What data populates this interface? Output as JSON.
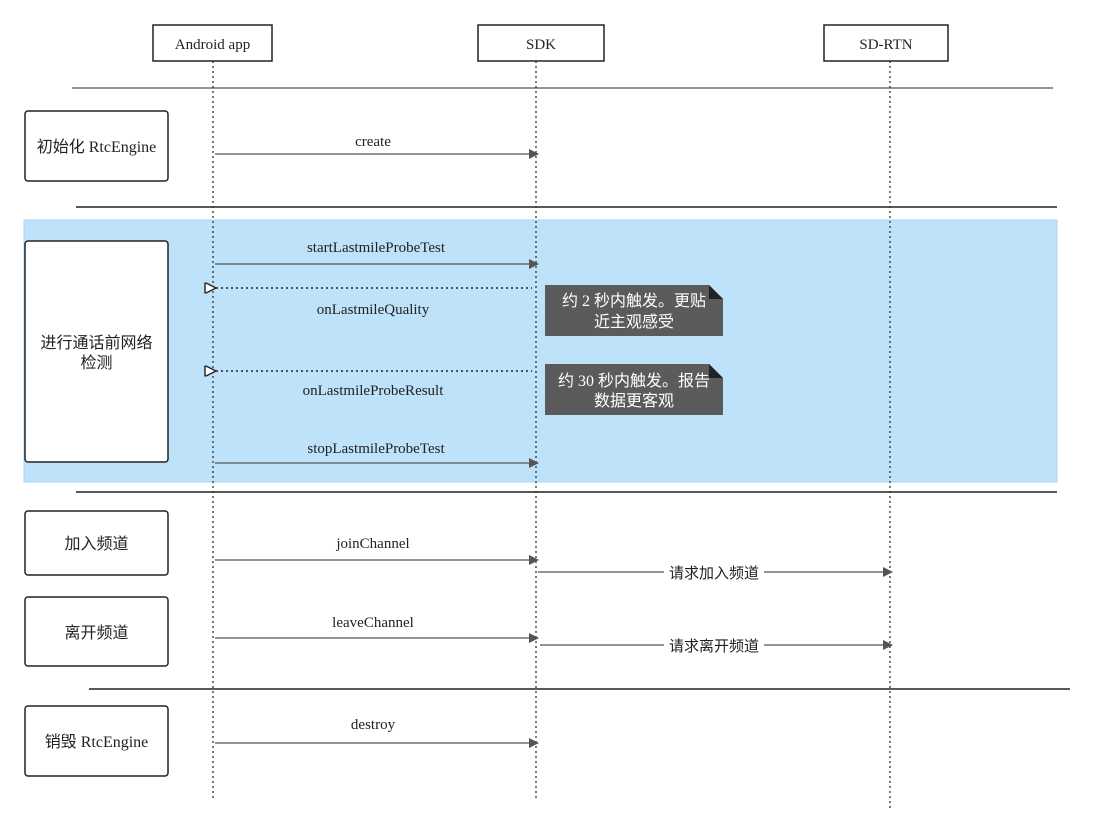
{
  "participants": [
    {
      "id": "android",
      "label": "Android app"
    },
    {
      "id": "sdk",
      "label": "SDK"
    },
    {
      "id": "sdrtn",
      "label": "SD-RTN"
    }
  ],
  "phases": [
    {
      "id": "init",
      "lines": [
        "初始化 RtcEngine"
      ]
    },
    {
      "id": "probe",
      "lines": [
        "进行通话前网络",
        "检测"
      ]
    },
    {
      "id": "join",
      "lines": [
        "加入频道"
      ]
    },
    {
      "id": "leave",
      "lines": [
        "离开频道"
      ]
    },
    {
      "id": "destroy",
      "lines": [
        "销毁 RtcEngine"
      ]
    }
  ],
  "messages": [
    {
      "id": "create",
      "label": "create",
      "from": "android",
      "to": "sdk",
      "style": "solid"
    },
    {
      "id": "start-probe",
      "label": "startLastmileProbeTest",
      "from": "android",
      "to": "sdk",
      "style": "solid"
    },
    {
      "id": "on-quality",
      "label": "onLastmileQuality",
      "from": "sdk",
      "to": "android",
      "style": "dashed"
    },
    {
      "id": "on-result",
      "label": "onLastmileProbeResult",
      "from": "sdk",
      "to": "android",
      "style": "dashed"
    },
    {
      "id": "stop-probe",
      "label": "stopLastmileProbeTest",
      "from": "android",
      "to": "sdk",
      "style": "solid"
    },
    {
      "id": "join-channel",
      "label": "joinChannel",
      "from": "android",
      "to": "sdk",
      "style": "solid"
    },
    {
      "id": "req-join",
      "label": "请求加入频道",
      "from": "sdk",
      "to": "sdrtn",
      "style": "solid"
    },
    {
      "id": "leave-channel",
      "label": "leaveChannel",
      "from": "android",
      "to": "sdk",
      "style": "solid"
    },
    {
      "id": "req-leave",
      "label": "请求离开频道",
      "from": "sdk",
      "to": "sdrtn",
      "style": "solid"
    },
    {
      "id": "destroy-msg",
      "label": "destroy",
      "from": "android",
      "to": "sdk",
      "style": "solid"
    }
  ],
  "notes": [
    {
      "id": "quality",
      "lines": [
        "约 2 秒内触发。更贴",
        "近主观感受"
      ]
    },
    {
      "id": "result",
      "lines": [
        "约 30 秒内触发。报告",
        "数据更客观"
      ]
    }
  ],
  "colors": {
    "highlight": "#bde2fa",
    "note": "#5b5b5b",
    "line": "#555555"
  }
}
